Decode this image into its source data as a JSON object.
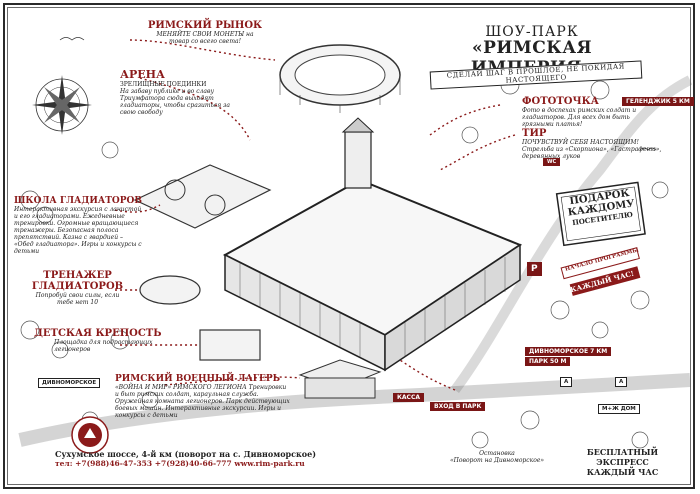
{
  "title": {
    "line1": "ШОУ-ПАРК",
    "line2": "«РИМСКАЯ ИМПЕРИЯ»",
    "tagline": "СДЕЛАЙ ШАГ В ПРОШЛОЕ, НЕ ПОКИДАЯ НАСТОЯЩЕГО"
  },
  "sections": {
    "market": {
      "title": "РИМСКИЙ РЫНОК",
      "desc": "МЕНЯЙТЕ СВОИ МОНЕТЫ на товар со всего света!"
    },
    "arena": {
      "title": "АРЕНА",
      "desc1": "ЗРЕЛИЩНЫЕ ПОЕДИНКИ",
      "desc2": "На забаву публике и во славу Триумфатора сюда выходят гладиаторы, чтобы сразиться за свою свободу"
    },
    "photo": {
      "title": "ФОТОТОЧКА",
      "desc": "Фото в доспехах римских солдат и гладиаторов. Для всех дом быть грязными платья!"
    },
    "shooting": {
      "title": "ТИР",
      "desc": "ПОЧУВСТВУЙ СЕБЯ НАСТОЯЩИМ! Стрельба из «Скорпиона», «Гастрафета», деревянных луков"
    },
    "school": {
      "title": "ШКОЛА ГЛАДИАТОРОВ",
      "desc": "Интерактивная экскурсия с ланистой и его гладиаторами. Ежедневные тренировки. Огромные вращающиеся тренажеры. Безопасная полоса препятствий. Казна с гвардией – «Обед гладиатора». Игры и конкурсы с детьми"
    },
    "trainer": {
      "title": "ТРЕНАЖЕР ГЛАДИАТОРОВ",
      "desc": "Попробуй свои силы, если тебе нет 10"
    },
    "fortress": {
      "title": "ДЕТСКАЯ КРЕПОСТЬ",
      "desc": "Площадка для подрастающих легионеров"
    },
    "camp": {
      "title": "РИМСКИЙ ВОЕННЫЙ ЛАГЕРЬ",
      "desc": "«ВОЙНА И МИР» РИМСКОГО ЛЕГИОНА Тренировки и быт римских солдат, караульная служба. Оружейная комната легионеров. Парк действующих боевых машин. Интерактивные экскурсии. Игры и конкурсы с детьми"
    }
  },
  "gift": {
    "line1": "ПОДАРОК",
    "line2": "КАЖДОМУ",
    "line3": "ПОСЕТИТЕЛЮ"
  },
  "program": {
    "line1": "НАЧАЛО ПРОГРАММЫ",
    "line2": "КАЖДЫЙ ЧАС!"
  },
  "signs": {
    "gelendzhik": "ГЕЛЕНДЖИК 5 КМ",
    "divnomorskoe_sign": "ДИВНОМОРСКОЕ 7 КМ",
    "park_sign": "ПАРК 50 М",
    "divnomorskoe_left": "ДИВНОМОРСКОЕ",
    "entrance": "ВХОД В ПАРК",
    "kassa": "КАССА",
    "wc": "WC",
    "m_zh": "М+Ж ДОМ",
    "parking": "P",
    "bus_a1": "A",
    "bus_a2": "A"
  },
  "footer": {
    "address": "Сухумское шоссе, 4-й км (поворот на с. Дивноморское)",
    "phones": "тел: +7(988)46-47-353  +7(928)40-66-777  www.rim-park.ru",
    "stop_label": "Остановка",
    "stop_name": "«Поворот на Дивноморское»",
    "express1": "БЕСПЛАТНЫЙ ЭКСПРЕСС",
    "express2": "КАЖДЫЙ ЧАС"
  },
  "colors": {
    "accent": "#8b1a1a",
    "ink": "#222222",
    "paper": "#ffffff"
  }
}
